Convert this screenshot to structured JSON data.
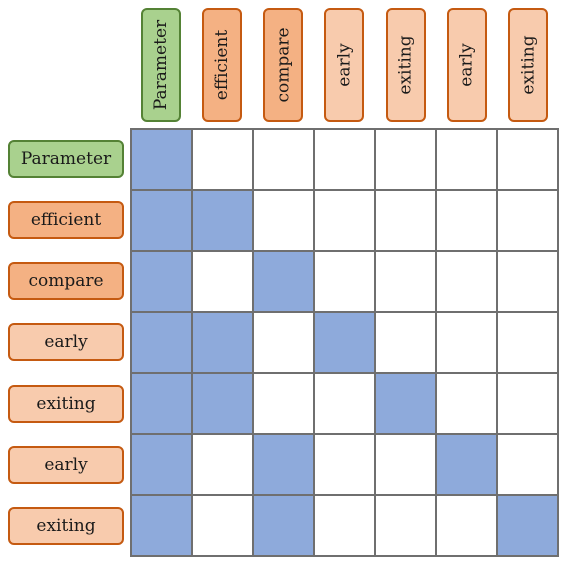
{
  "tokens": [
    {
      "text": "Parameter",
      "style": "green"
    },
    {
      "text": "efficient",
      "style": "dark"
    },
    {
      "text": "compare",
      "style": "dark"
    },
    {
      "text": "early",
      "style": "light"
    },
    {
      "text": "exiting",
      "style": "light"
    },
    {
      "text": "early",
      "style": "light"
    },
    {
      "text": "exiting",
      "style": "light"
    }
  ],
  "matrix": [
    [
      1,
      0,
      0,
      0,
      0,
      0,
      0
    ],
    [
      1,
      1,
      0,
      0,
      0,
      0,
      0
    ],
    [
      1,
      0,
      1,
      0,
      0,
      0,
      0
    ],
    [
      1,
      1,
      0,
      1,
      0,
      0,
      0
    ],
    [
      1,
      1,
      0,
      0,
      1,
      0,
      0
    ],
    [
      1,
      0,
      1,
      0,
      0,
      1,
      0
    ],
    [
      1,
      0,
      1,
      0,
      0,
      0,
      1
    ]
  ],
  "colors": {
    "filled_cell": "#8eaadb",
    "empty_cell": "#ffffff",
    "grid_line": "#6f6f6f",
    "green_fill": "#a9d18e",
    "green_border": "#548235",
    "dark_orange_fill": "#f4b183",
    "light_orange_fill": "#f8cbad",
    "orange_border": "#c55a11"
  }
}
